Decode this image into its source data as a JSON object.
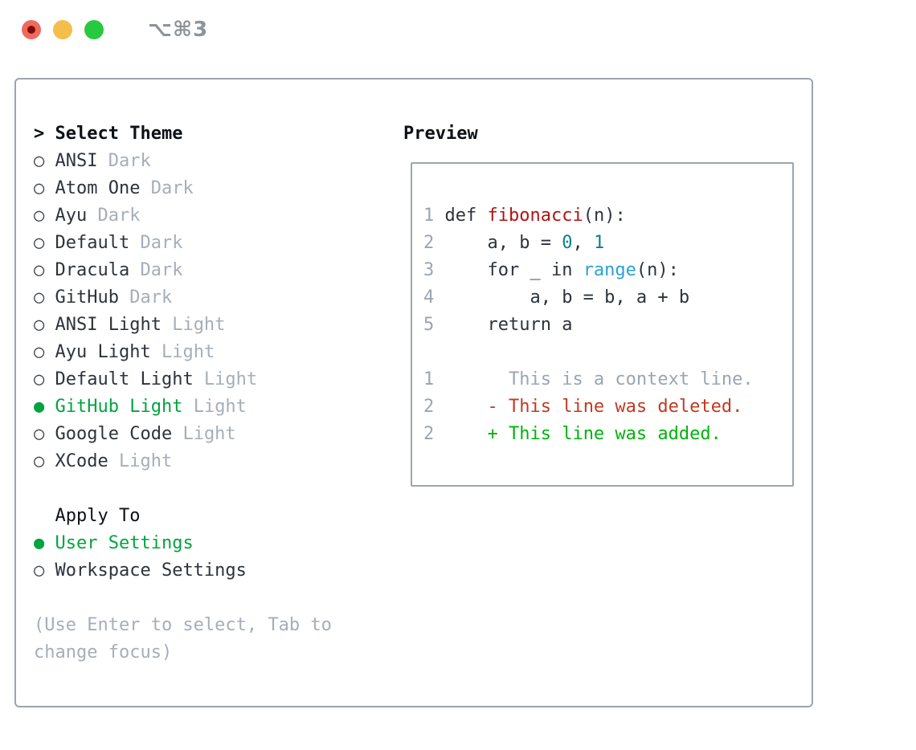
{
  "window": {
    "shortcut": "⌥⌘3"
  },
  "colors": {
    "tl-red": "#ee6a5e",
    "tl-red-dot": "#7f0d06",
    "tl-yellow": "#f5bd4b",
    "tl-green": "#27c93f",
    "shortcut": "#8d939a",
    "border": "#9ca5af",
    "dark": "#2d333a",
    "header": "#0d1116",
    "gray": "#a6aeb8",
    "linenum": "#9aa5b2",
    "green": "#00a43e",
    "green-added": "#00b30b",
    "red-deleted": "#c13a22",
    "fn-red": "#b01411",
    "num-teal": "#0e7e8d",
    "builtin-blue": "#2ba0d8"
  },
  "theme_list": {
    "header_prefix": "> ",
    "header": "Select Theme",
    "items": [
      {
        "name": "ANSI",
        "variant": "Dark",
        "selected": false
      },
      {
        "name": "Atom One",
        "variant": "Dark",
        "selected": false
      },
      {
        "name": "Ayu",
        "variant": "Dark",
        "selected": false
      },
      {
        "name": "Default",
        "variant": "Dark",
        "selected": false
      },
      {
        "name": "Dracula",
        "variant": "Dark",
        "selected": false
      },
      {
        "name": "GitHub",
        "variant": "Dark",
        "selected": false
      },
      {
        "name": "ANSI Light",
        "variant": "Light",
        "selected": false
      },
      {
        "name": "Ayu Light",
        "variant": "Light",
        "selected": false
      },
      {
        "name": "Default Light",
        "variant": "Light",
        "selected": false
      },
      {
        "name": "GitHub Light",
        "variant": "Light",
        "selected": true
      },
      {
        "name": "Google Code",
        "variant": "Light",
        "selected": false
      },
      {
        "name": "XCode",
        "variant": "Light",
        "selected": false
      }
    ]
  },
  "apply_to": {
    "header": "Apply To",
    "options": [
      {
        "label": "User Settings",
        "selected": true
      },
      {
        "label": "Workspace Settings",
        "selected": false
      }
    ]
  },
  "hint": "(Use Enter to select, Tab to change focus)",
  "preview": {
    "header": "Preview",
    "bullets": {
      "selected": "●",
      "unselected": "○"
    },
    "code_lines": [
      {
        "num": "1",
        "gap": " ",
        "segments": [
          {
            "t": "def ",
            "c": "plain"
          },
          {
            "t": "fibonacci",
            "c": "function"
          },
          {
            "t": "(n):",
            "c": "plain"
          }
        ]
      },
      {
        "num": "2",
        "gap": " ",
        "segments": [
          {
            "t": "    a, b = ",
            "c": "plain"
          },
          {
            "t": "0",
            "c": "number"
          },
          {
            "t": ", ",
            "c": "plain"
          },
          {
            "t": "1",
            "c": "number"
          }
        ]
      },
      {
        "num": "3",
        "gap": " ",
        "segments": [
          {
            "t": "    for _ in ",
            "c": "plain"
          },
          {
            "t": "range",
            "c": "builtin"
          },
          {
            "t": "(n):",
            "c": "plain"
          }
        ]
      },
      {
        "num": "4",
        "gap": " ",
        "segments": [
          {
            "t": "        a, b = b, a + b",
            "c": "plain"
          }
        ]
      },
      {
        "num": "5",
        "gap": " ",
        "segments": [
          {
            "t": "    return a",
            "c": "plain"
          }
        ]
      },
      {
        "num": "",
        "gap": "",
        "segments": []
      },
      {
        "num": "1",
        "gap": "       ",
        "segments": [
          {
            "t": "This is a context line.",
            "c": "context"
          }
        ]
      },
      {
        "num": "2",
        "gap": "     ",
        "segments": [
          {
            "t": "- This line was deleted.",
            "c": "deleted"
          }
        ]
      },
      {
        "num": "2",
        "gap": "     ",
        "segments": [
          {
            "t": "+ This line was added.",
            "c": "added"
          }
        ]
      }
    ]
  }
}
